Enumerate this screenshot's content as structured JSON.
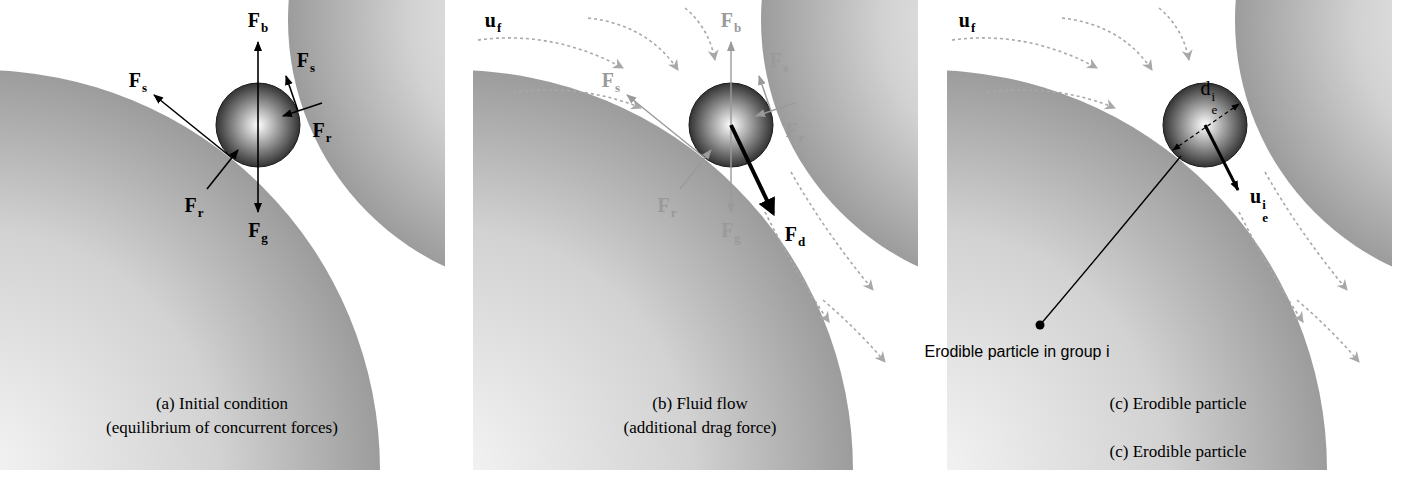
{
  "diagram": {
    "labels": [
      "Fb",
      "Fs",
      "Fs",
      "Fr",
      "Fr",
      "Fg",
      "uf",
      "Fb",
      "Fs",
      "Fs",
      "Fr",
      "Fr",
      "Fg",
      "Fd",
      "uf",
      "die",
      "Erodible particle in group i",
      "uie",
      "(a) Initial condition",
      "(equilibrium of concurrent forces)",
      "(b) Fluid flow",
      "(additional drag force)",
      "(c) Erodible particle",
      "(c) Erodible particle"
    ]
  }
}
